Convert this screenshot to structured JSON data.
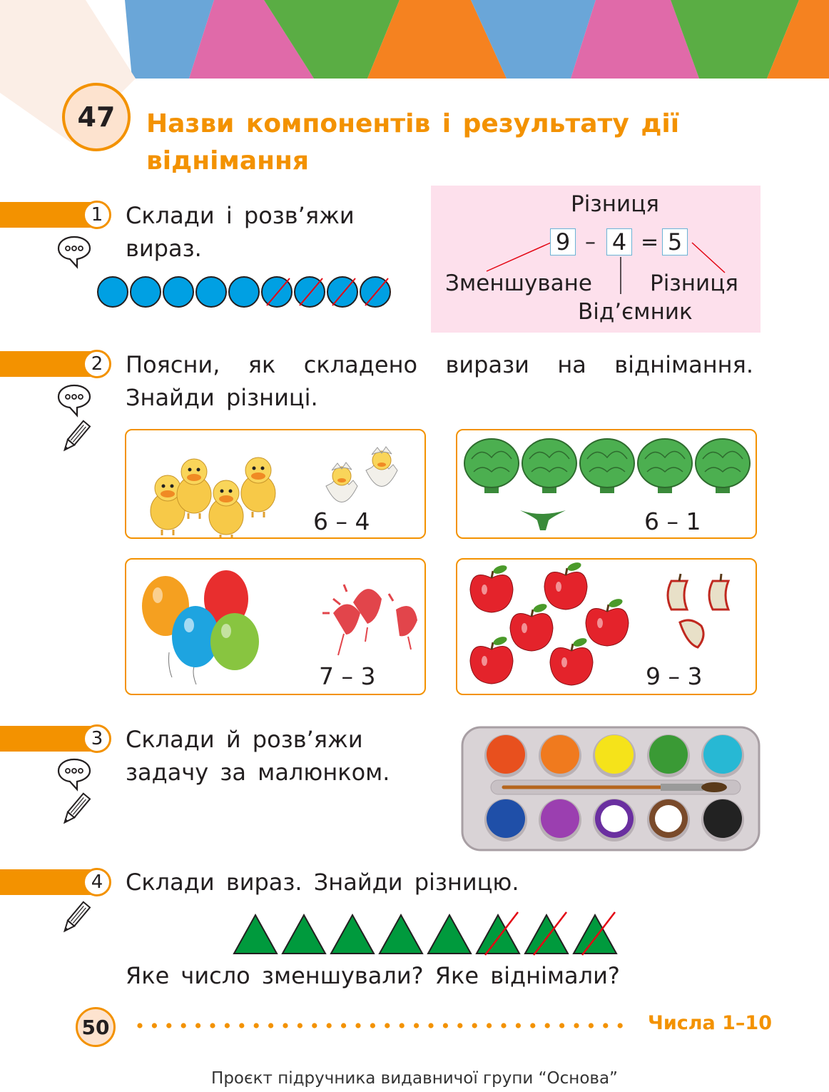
{
  "lesson": {
    "number": "47",
    "title": "Назви компонентів і результату дії віднімання"
  },
  "task1": {
    "number": "1",
    "text": "Склади і розв’яжи вираз.",
    "circles_total": 9,
    "circles_crossed": 4
  },
  "rule_box": {
    "top_label": "Різниця",
    "minuend": "9",
    "minus": "–",
    "subtrahend": "4",
    "equals": "=",
    "result": "5",
    "label_minuend": "Зменшуване",
    "label_result": "Різниця",
    "label_subtrahend": "Від’ємник"
  },
  "task2": {
    "number": "2",
    "text": "Поясни, як складено вирази на віднімання. Знайди різниці.",
    "cards": [
      {
        "picture": "ducklings",
        "expression": "6 – 4"
      },
      {
        "picture": "cabbages",
        "expression": "6 – 1"
      },
      {
        "picture": "balloons",
        "expression": "7 – 3"
      },
      {
        "picture": "apples",
        "expression": "9 – 3"
      }
    ]
  },
  "task3": {
    "number": "3",
    "text": "Склади й розв’яжи задачу за малюнком.",
    "paint_colors_top": [
      "#e8501e",
      "#f07a1e",
      "#f5e31a",
      "#3a9a35",
      "#27b8d4"
    ],
    "paint_colors_bottom": [
      "#1f4fa8",
      "#9b3fb0",
      "#ffffff",
      "#ffffff",
      "#222222"
    ]
  },
  "task4": {
    "number": "4",
    "text": "Склади вираз. Знайди різницю.",
    "triangles_total": 8,
    "triangles_crossed": 3,
    "question": "Яке число зменшували? Яке віднімали?"
  },
  "footer": {
    "page_number": "50",
    "section": "Числа 1–10",
    "credit": "Проєкт підручника видавничої групи “Основа”"
  },
  "colors": {
    "accent": "#f39200",
    "blue": "#00a0e3",
    "green": "#009a3d",
    "pink": "#fde0ec",
    "red": "#e30613"
  }
}
